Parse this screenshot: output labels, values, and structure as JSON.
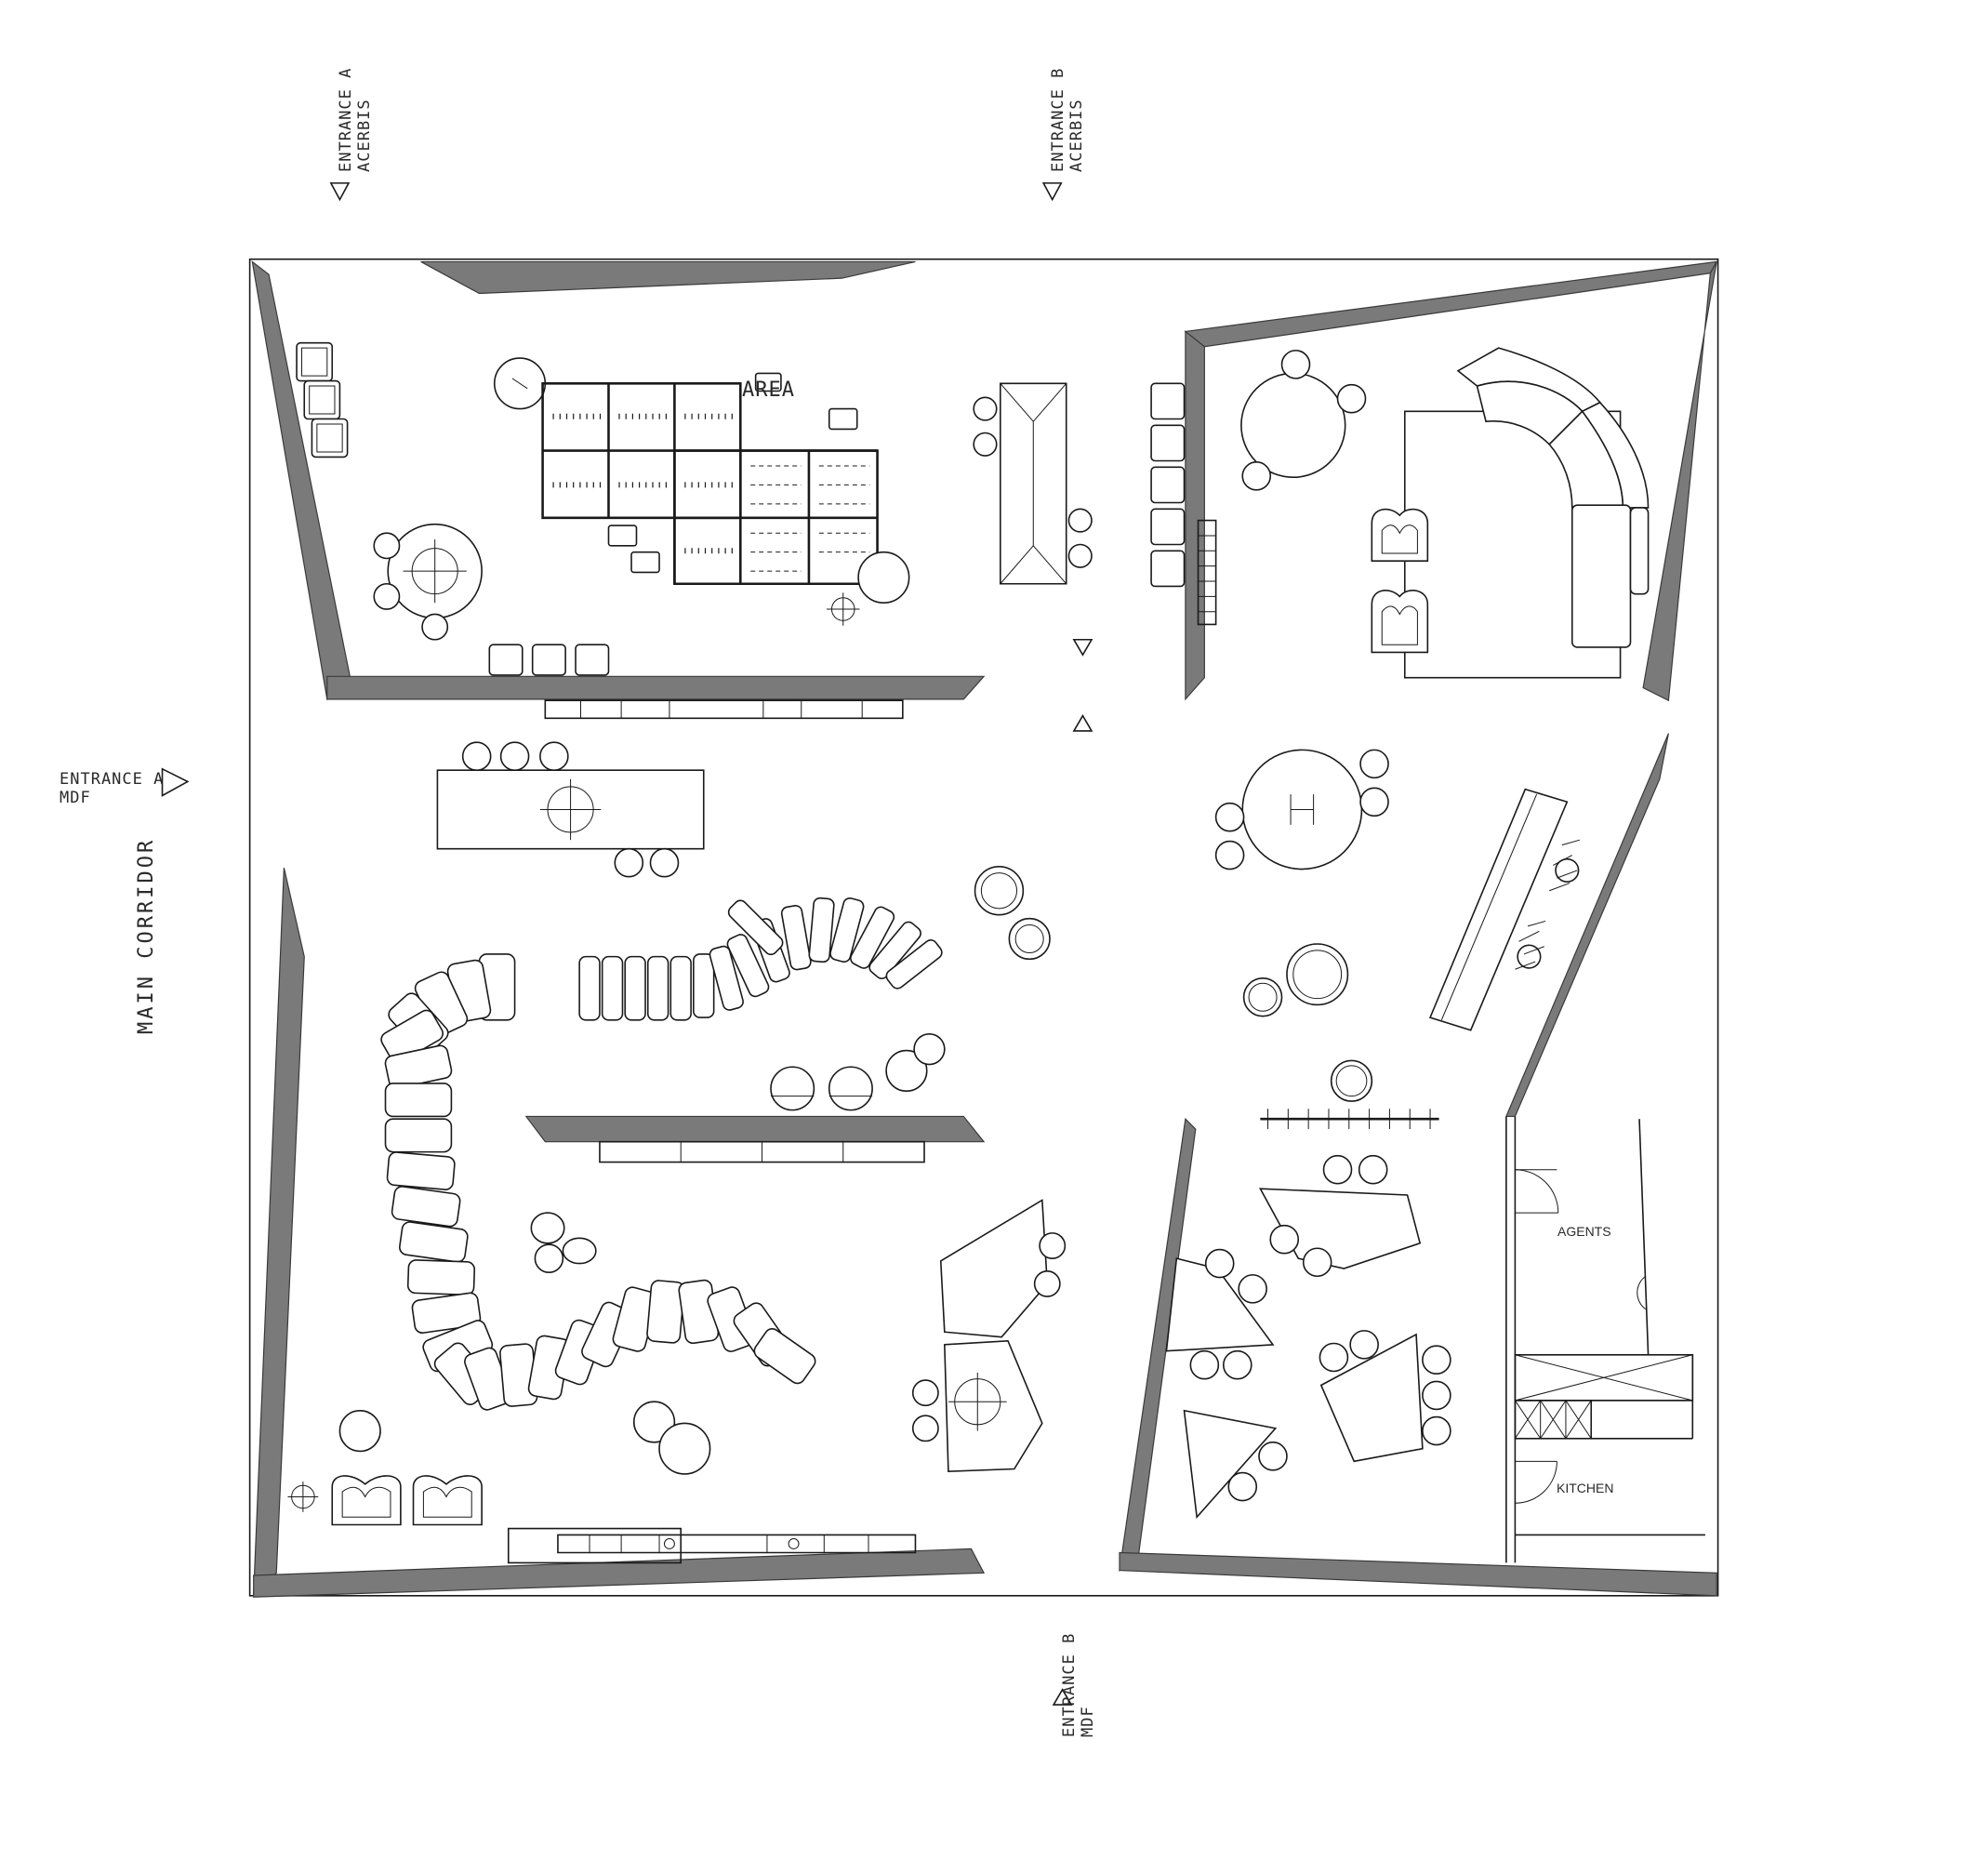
{
  "labels": {
    "entrance_a_acerbis": [
      "ENTRANCE A",
      "ACERBIS"
    ],
    "entrance_b_acerbis": [
      "ENTRANCE B",
      "ACERBIS"
    ],
    "entrance_a_mdf": [
      "ENTRANCE A",
      "MDF"
    ],
    "entrance_b_mdf": [
      "ENTRANCE B",
      "MDF"
    ],
    "main_corridor": "MAIN CORRIDOR",
    "area_partial": "AREA",
    "agents": "AGENTS",
    "kitchen": "KITCHEN"
  },
  "colors": {
    "wall": "#7a7a7a",
    "line": "#1a1a1a",
    "background": "#ffffff"
  },
  "icons": {
    "entrance_marker": "triangle-arrow-icon",
    "pendant_light": "crosshair-circle-icon"
  }
}
